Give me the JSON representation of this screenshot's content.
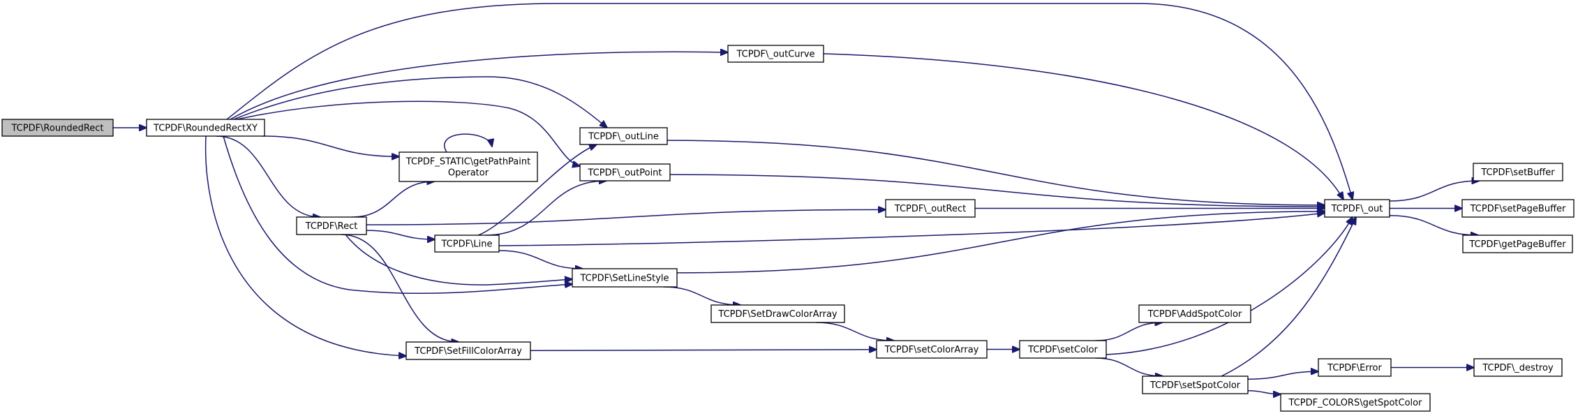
{
  "nodes": {
    "roundedrect": {
      "lines": [
        "TCPDF\\RoundedRect"
      ],
      "root": true
    },
    "roundedrectxy": {
      "lines": [
        "TCPDF\\RoundedRectXY"
      ]
    },
    "getpathpaint": {
      "lines": [
        "TCPDF_STATIC\\getPathPaint",
        "Operator"
      ]
    },
    "rect": {
      "lines": [
        "TCPDF\\Rect"
      ]
    },
    "line": {
      "lines": [
        "TCPDF\\Line"
      ]
    },
    "outline": {
      "lines": [
        "TCPDF\\_outLine"
      ]
    },
    "outpoint": {
      "lines": [
        "TCPDF\\_outPoint"
      ]
    },
    "outcurve": {
      "lines": [
        "TCPDF\\_outCurve"
      ]
    },
    "outrect": {
      "lines": [
        "TCPDF\\_outRect"
      ]
    },
    "setlinestyle": {
      "lines": [
        "TCPDF\\SetLineStyle"
      ]
    },
    "setdrawcolorarray": {
      "lines": [
        "TCPDF\\SetDrawColorArray"
      ]
    },
    "setfillcolorarray": {
      "lines": [
        "TCPDF\\SetFillColorArray"
      ]
    },
    "setcolorarray": {
      "lines": [
        "TCPDF\\setColorArray"
      ]
    },
    "setcolor": {
      "lines": [
        "TCPDF\\setColor"
      ]
    },
    "addspotcolor": {
      "lines": [
        "TCPDF\\AddSpotColor"
      ]
    },
    "setspotcolor": {
      "lines": [
        "TCPDF\\setSpotColor"
      ]
    },
    "error": {
      "lines": [
        "TCPDF\\Error"
      ]
    },
    "destroy": {
      "lines": [
        "TCPDF\\_destroy"
      ]
    },
    "getspotcolor": {
      "lines": [
        "TCPDF_COLORS\\getSpotColor"
      ]
    },
    "out": {
      "lines": [
        "TCPDF\\_out"
      ]
    },
    "setbuffer": {
      "lines": [
        "TCPDF\\setBuffer"
      ]
    },
    "setpagebuffer": {
      "lines": [
        "TCPDF\\setPageBuffer"
      ]
    },
    "getpagebuffer": {
      "lines": [
        "TCPDF\\getPageBuffer"
      ]
    }
  },
  "edges": [
    [
      "roundedrect",
      "roundedrectxy"
    ],
    [
      "roundedrectxy",
      "out"
    ],
    [
      "roundedrectxy",
      "outcurve"
    ],
    [
      "roundedrectxy",
      "outline"
    ],
    [
      "roundedrectxy",
      "outpoint"
    ],
    [
      "roundedrectxy",
      "getpathpaint"
    ],
    [
      "roundedrectxy",
      "rect"
    ],
    [
      "roundedrectxy",
      "setlinestyle"
    ],
    [
      "roundedrectxy",
      "setfillcolorarray"
    ],
    [
      "getpathpaint",
      "getpathpaint"
    ],
    [
      "rect",
      "getpathpaint"
    ],
    [
      "rect",
      "outrect"
    ],
    [
      "rect",
      "line"
    ],
    [
      "rect",
      "setlinestyle"
    ],
    [
      "rect",
      "setfillcolorarray"
    ],
    [
      "line",
      "outline"
    ],
    [
      "line",
      "outpoint"
    ],
    [
      "line",
      "out"
    ],
    [
      "line",
      "setlinestyle"
    ],
    [
      "outline",
      "out"
    ],
    [
      "outpoint",
      "out"
    ],
    [
      "outcurve",
      "out"
    ],
    [
      "outrect",
      "out"
    ],
    [
      "setlinestyle",
      "out"
    ],
    [
      "setlinestyle",
      "setdrawcolorarray"
    ],
    [
      "setdrawcolorarray",
      "setcolorarray"
    ],
    [
      "setfillcolorarray",
      "setcolorarray"
    ],
    [
      "setcolorarray",
      "setcolor"
    ],
    [
      "setcolor",
      "addspotcolor"
    ],
    [
      "setcolor",
      "out"
    ],
    [
      "setcolor",
      "setspotcolor"
    ],
    [
      "setspotcolor",
      "out"
    ],
    [
      "setspotcolor",
      "error"
    ],
    [
      "setspotcolor",
      "getspotcolor"
    ],
    [
      "error",
      "destroy"
    ],
    [
      "out",
      "setbuffer"
    ],
    [
      "out",
      "setpagebuffer"
    ],
    [
      "out",
      "getpagebuffer"
    ]
  ],
  "colors": {
    "edge": "#191970",
    "root_fill": "#bfbfbf",
    "node_fill": "#ffffff",
    "node_stroke": "#000000"
  }
}
